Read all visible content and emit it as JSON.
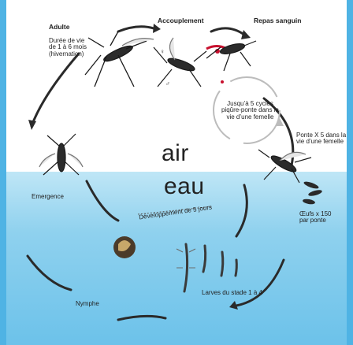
{
  "labels": {
    "adult": "Adulte",
    "lifespan": "Durée de vie\nde 1 à 6 mois\n(hivernation)",
    "mating": "Accouplement",
    "blood_meal": "Repas sanguin",
    "gonotrophic": "Jusqu’à 5 cycles\npiqûre-ponte dans la\nvie d’une femelle",
    "laying": "Ponte X 5 dans la\nvie d’une femelle",
    "air": "air",
    "water": "eau",
    "emergence": "Emergence",
    "eggs": "Œufs x 150\npar ponte",
    "development": "Développement de 5 jours",
    "larvae": "Larves du stade 1 à 4",
    "pupa": "Nymphe"
  },
  "symbols": {
    "female": "♀",
    "male": "♂"
  },
  "colors": {
    "water": "#6cc2ea",
    "accent": "#4fb3e4",
    "blood": "#c8102e"
  }
}
